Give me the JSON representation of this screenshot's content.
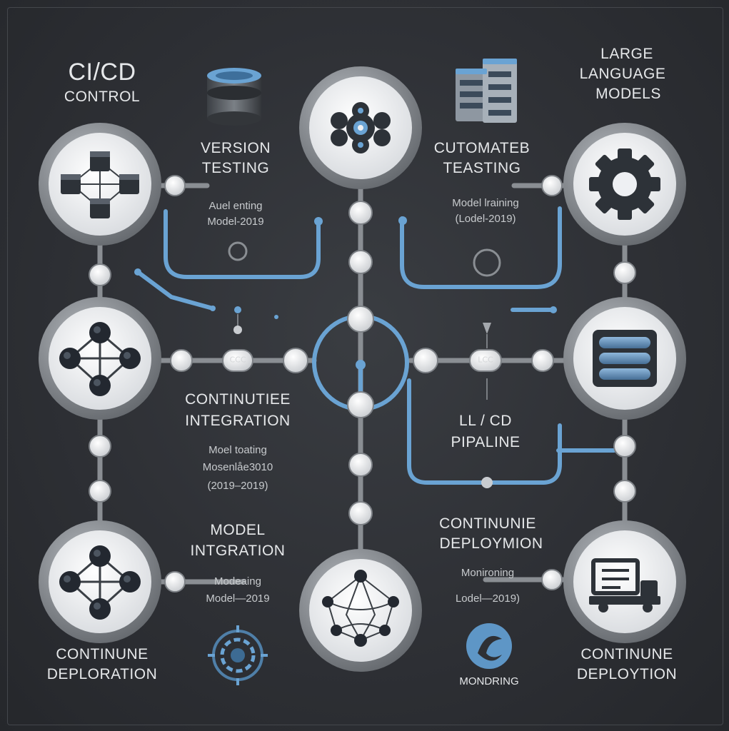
{
  "labels": {
    "cicd_title": "CI/CD",
    "cicd_subtitle": "CONTROL",
    "llm_line1": "LARGE",
    "llm_line2": "LANGUAGE",
    "llm_line3": "MODELS",
    "version_testing_1": "VERSION",
    "version_testing_2": "TESTING",
    "version_sub_1": "Auel enting",
    "version_sub_2": "Model-2019",
    "automated_testing_1": "CUTOMATEB",
    "automated_testing_2": "TEASTING",
    "automated_sub_1": "Model lraining",
    "automated_sub_2": "(Lodel-2019)",
    "ci_1": "CONTINUTIEE",
    "ci_2": "INTEGRATION",
    "ci_sub_1": "Moel toating",
    "ci_sub_2": "Mosenlåe3010",
    "ci_sub_3": "(2019–2019)",
    "pipeline_1": "LL / CD",
    "pipeline_2": "PIPALINE",
    "model_integration_1": "MODEL",
    "model_integration_2": "INTGRATION",
    "model_integration_sub_1": "Modeaing",
    "model_integration_sub_2": "Model—2019",
    "cd_mid_1": "CONTINUNIE",
    "cd_mid_2": "DEPLOYMION",
    "cd_mid_sub_1": "Monironing",
    "cd_mid_sub_2": "Lodel—2019)",
    "bottom_left_1": "CONTINUNE",
    "bottom_left_2": "DEPLORATION",
    "bottom_center": "MONDRING",
    "bottom_right_1": "CONTINUNE",
    "bottom_right_2": "DEPLOYTION",
    "connector_left": "CCC",
    "connector_right": "LCC"
  },
  "icons": {
    "top_left": "version-stack-icon",
    "top_center": "network-hub-icon",
    "top_right": "gear-icon",
    "mid_left": "mesh-node-icon",
    "mid_right": "data-stack-icon",
    "bottom_left": "mesh-node-icon",
    "bottom_center": "network-sphere-icon",
    "bottom_right": "delivery-truck-icon",
    "database": "database-icon",
    "server": "server-rack-icon",
    "monitoring_logo": "monitoring-logo-icon",
    "gear_target": "gear-target-icon"
  },
  "colors": {
    "background": "#2e3035",
    "accent_blue": "#6aa3d3",
    "node_ring": "#8d9196",
    "node_fill": "#eef0f3",
    "icon_dark": "#2d3238",
    "text": "#e6e8ea"
  }
}
